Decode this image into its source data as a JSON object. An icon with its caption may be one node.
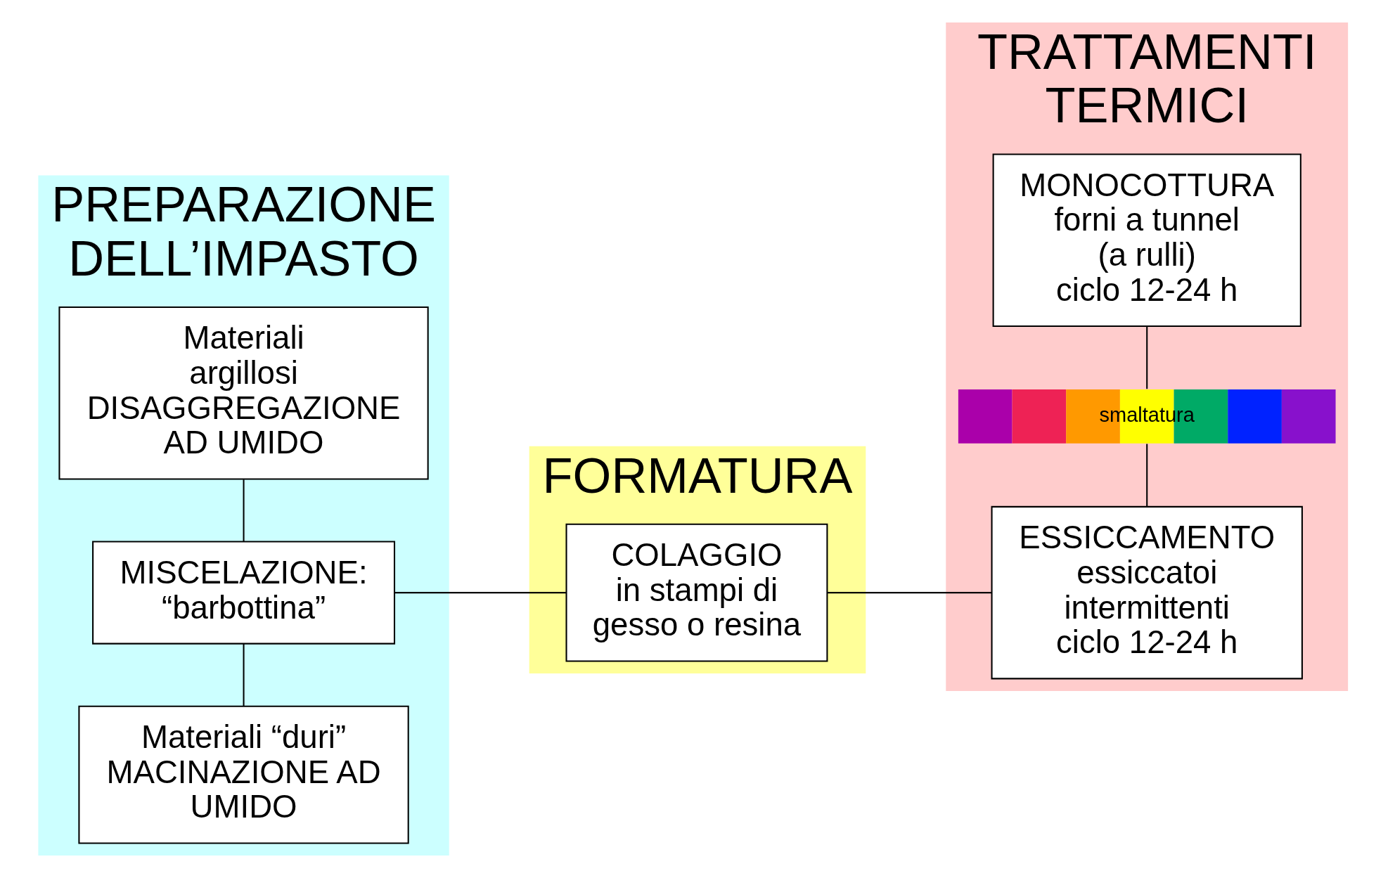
{
  "diagram": {
    "nodes": [
      {
        "text": [
          "PREPARAZIONE DELL’IMPASTO"
        ]
      },
      {
        "text": [
          "Materiali “duri”",
          "MACINAZIONE AD UMIDO"
        ],
        "in": 0
      },
      {
        "text": [
          "MISCELAZIONE:",
          "“barbottina”"
        ],
        "in": 0
      },
      {
        "text": [
          "Materiali argillosi",
          "DISAGGREGAZIONE AD UMIDO"
        ],
        "in": 0
      },
      {
        "text": [
          "FORMATURA"
        ]
      },
      {
        "text": [
          "COLAGGIO",
          "in stampi di gesso o resina"
        ],
        "in": 4
      },
      {
        "text": [
          "TRATTAMENTI TERMICI"
        ]
      },
      {
        "text": [
          "ESSICCAMENTO",
          "essiccatoi intermittenti",
          "ciclo 12-24 h"
        ],
        "in": 6
      },
      {
        "text": [
          "smaltatura"
        ],
        "in": 6
      },
      {
        "text": [
          "MONOCOTTURA",
          "forni a tunnel (a rulli)",
          "ciclo 12-24 h"
        ],
        "in": 6
      }
    ],
    "edges": [
      {
        "from": 1,
        "to": 2,
        "arrow": "none"
      },
      {
        "from": 2,
        "to": 3,
        "arrow": "none"
      },
      {
        "from": 2,
        "to": 5,
        "arrow": "none"
      },
      {
        "from": 5,
        "to": 7,
        "arrow": "none"
      },
      {
        "from": 7,
        "to": 8,
        "arrow": "none"
      },
      {
        "from": 8,
        "to": 9,
        "arrow": "none"
      }
    ]
  }
}
